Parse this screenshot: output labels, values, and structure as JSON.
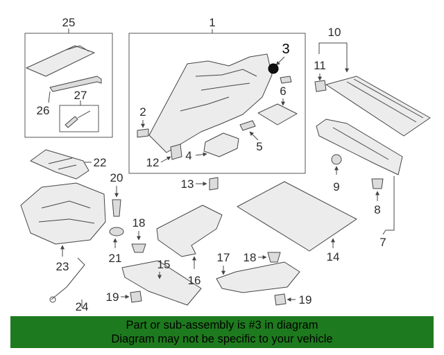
{
  "callouts": {
    "c1": "1",
    "c2": "2",
    "c3": "3",
    "c4": "4",
    "c5": "5",
    "c6": "6",
    "c7": "7",
    "c8": "8",
    "c9": "9",
    "c10": "10",
    "c11": "11",
    "c12": "12",
    "c13": "13",
    "c14": "14",
    "c15": "15",
    "c16": "16",
    "c17": "17",
    "c18a": "18",
    "c18b": "18",
    "c19a": "19",
    "c19b": "19",
    "c20": "20",
    "c21": "21",
    "c22": "22",
    "c23": "23",
    "c24": "24",
    "c25": "25",
    "c26": "26",
    "c27": "27"
  },
  "highlight": {
    "color": "#111111"
  },
  "banner": {
    "line1": "Part or sub-assembly is #3 in diagram",
    "line2": "Diagram may not be specific to your vehicle",
    "color": "#1e7a1e"
  }
}
